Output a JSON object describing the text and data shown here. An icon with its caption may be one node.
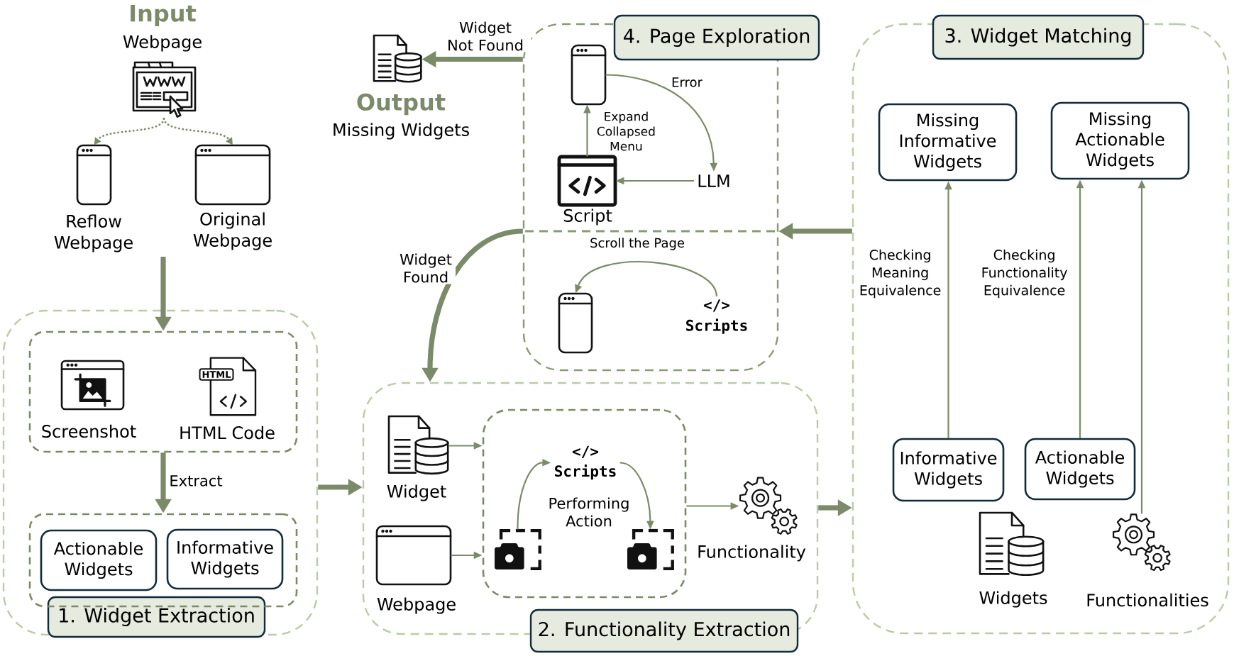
{
  "diagram": {
    "nodes": [
      {
        "text": [
          "Input",
          "Webpage"
        ]
      },
      {
        "text": [
          "Reflow Webpage"
        ]
      },
      {
        "text": [
          "Original Webpage"
        ]
      },
      {
        "text": [
          "Output",
          "Missing Widgets"
        ]
      },
      {
        "text": [
          "4. Page Exploration"
        ]
      },
      {
        "text": [],
        "shape": "picture",
        "in": 4
      },
      {
        "text": [
          "Script"
        ],
        "in": 4
      },
      {
        "text": [
          "LLM"
        ],
        "in": 4
      },
      {
        "text": [],
        "shape": "picture",
        "in": 4
      },
      {
        "text": [
          "</>",
          "Scripts"
        ],
        "in": 4
      },
      {
        "text": [
          "3. Widget Matching"
        ]
      },
      {
        "text": [
          "Missing Informative Widgets"
        ],
        "in": 10
      },
      {
        "text": [
          "Missing Actionable Widgets"
        ],
        "in": 10
      },
      {
        "text": [
          "Informative Widgets"
        ],
        "in": 10
      },
      {
        "text": [
          "Actionable Widgets"
        ],
        "in": 10
      },
      {
        "text": [
          "Widgets"
        ],
        "in": 10
      },
      {
        "text": [
          "Functionalities"
        ],
        "in": 10
      },
      {
        "text": [
          "1. Widget Extraction"
        ]
      },
      {
        "text": [],
        "shape": "box",
        "in": 17
      },
      {
        "text": [
          "Screenshot"
        ],
        "in": 18
      },
      {
        "text": [
          "HTML",
          "HTML Code"
        ],
        "in": 18
      },
      {
        "text": [],
        "shape": "box",
        "in": 17
      },
      {
        "text": [
          "Actionable Widgets"
        ],
        "in": 21
      },
      {
        "text": [
          "Informative Widgets"
        ],
        "in": 21
      },
      {
        "text": [
          "2. Functionality Extraction"
        ]
      },
      {
        "text": [
          "Widget"
        ],
        "in": 24
      },
      {
        "text": [
          "Webpage"
        ],
        "in": 24
      },
      {
        "text": [],
        "shape": "box",
        "in": 24
      },
      {
        "text": [],
        "shape": "picture",
        "in": 27
      },
      {
        "text": [
          "</>",
          "Scripts"
        ],
        "in": 27
      },
      {
        "text": [],
        "shape": "picture",
        "in": 27
      },
      {
        "text": [
          "Functionality"
        ],
        "in": 24
      }
    ],
    "edges": [
      {
        "from": 0,
        "to": 1,
        "arrow": "to",
        "style": "dashed"
      },
      {
        "from": 0,
        "to": 2,
        "arrow": "to",
        "style": "dashed"
      },
      {
        "from": null,
        "to": 18,
        "arrow": "to",
        "style": "thick"
      },
      {
        "from": 18,
        "to": 21,
        "arrow": "to",
        "label": "Extract",
        "style": "thick"
      },
      {
        "from": 17,
        "to": 24,
        "arrow": "to",
        "style": "thick"
      },
      {
        "from": 24,
        "to": 10,
        "arrow": "to",
        "style": "thick"
      },
      {
        "from": 25,
        "to": 27,
        "arrow": "to"
      },
      {
        "from": 26,
        "to": 27,
        "arrow": "to"
      },
      {
        "from": 28,
        "to": 29,
        "arrow": "to"
      },
      {
        "from": 29,
        "to": 30,
        "arrow": "to"
      },
      {
        "from": 27,
        "to": 31,
        "arrow": "to"
      },
      {
        "from": 13,
        "to": 11,
        "arrow": "to",
        "label": "Checking Meaning Equivalence"
      },
      {
        "from": 14,
        "to": 12,
        "arrow": "to",
        "label": "Checking Functionality Equivalence"
      },
      {
        "from": 16,
        "to": 12,
        "arrow": "to"
      },
      {
        "from": 10,
        "to": 4,
        "arrow": "to",
        "style": "thick"
      },
      {
        "from": 5,
        "to": 7,
        "arrow": "to",
        "label": "Error"
      },
      {
        "from": 7,
        "to": 6,
        "arrow": "to"
      },
      {
        "from": 6,
        "to": 5,
        "arrow": "to",
        "label": "Expand Collapsed Menu"
      },
      {
        "from": 9,
        "to": 8,
        "arrow": "to",
        "label": "Scroll the Page"
      },
      {
        "from": 4,
        "to": 3,
        "arrow": "to",
        "label": "Widget Not Found",
        "style": "thick"
      },
      {
        "from": 4,
        "to": 24,
        "arrow": "to",
        "label": "Widget Found",
        "style": "thick"
      }
    ],
    "labels": [
      "Performing Action"
    ]
  }
}
